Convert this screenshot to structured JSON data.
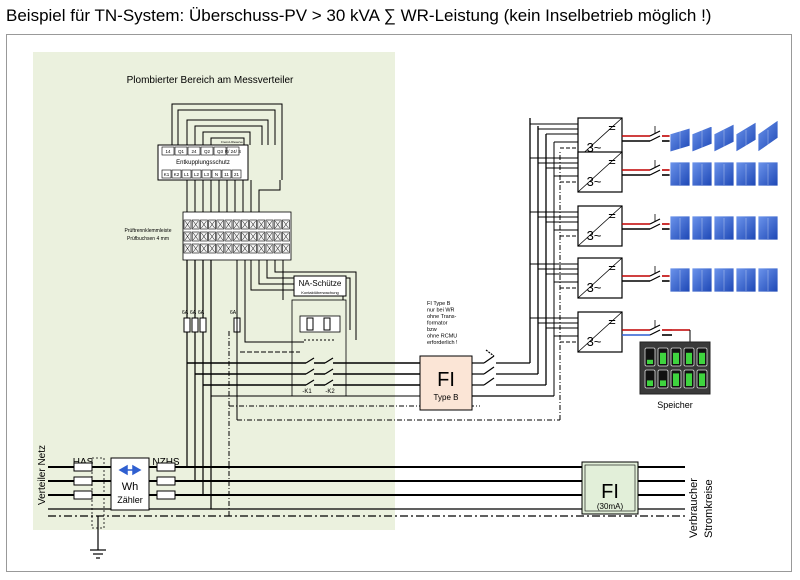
{
  "title": "Beispiel für TN-System:  Überschuss-PV   > 30 kVA ∑ WR-Leistung   (kein Inselbetrieb möglich  !)",
  "sealed_area_label": "Plombierter Bereich am Messverteiler",
  "decoupling": {
    "label": "Entkupplungsschutz",
    "terminals_top": [
      "14",
      "Q1",
      "24",
      "Q2",
      "Q3",
      "R/ 24/ S"
    ],
    "terminals_bottom": [
      "K1",
      "K2",
      "L1",
      "L2",
      "L3",
      "N",
      "11",
      "21"
    ],
    "tiny_label": "Fremd-/Reserve"
  },
  "test_terminals": {
    "line1": "Prüftrennklemmleiste",
    "line2": "Prüfbuchsen   4 mm"
  },
  "fuses": [
    "6A",
    "6A",
    "6A",
    "6A"
  ],
  "na_contactor": {
    "label": "NA-Schütze",
    "sub": "Kontaktüberwachung",
    "k1": "-K1",
    "k2": "-K2"
  },
  "fi_note": [
    "FI Type B",
    "nur bei WR",
    "ohne  Trans-",
    "formator",
    "bzw",
    "ohne  RCMU",
    "erforderlich  !"
  ],
  "fi_b": {
    "big": "FI",
    "small": "Type B"
  },
  "fi_30": {
    "big": "FI",
    "small": "(30mA)"
  },
  "has_label": "HAS",
  "nzhs_label": "NZHS",
  "meter": {
    "line1": "Wh",
    "line2": "Zähler"
  },
  "grid_label": "Verteiler Netz",
  "consumer_label": [
    "Verbraucher",
    "Stromkreise"
  ],
  "inverter": {
    "dc": "=",
    "ac": "3~"
  },
  "storage_label": "Speicher",
  "colors": {
    "sealed_area": "#ebf1de",
    "pv": "#2f5fd0",
    "fi_box": "#fbe5d6",
    "fi30_box": "#e2efd9"
  }
}
